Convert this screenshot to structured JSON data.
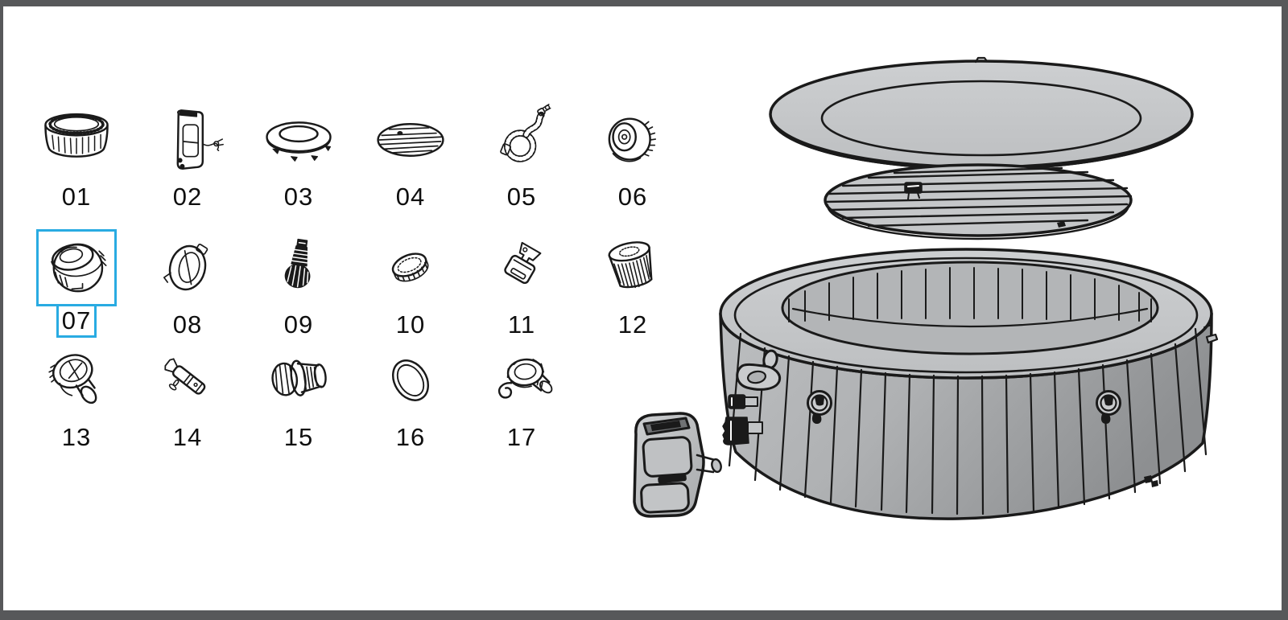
{
  "page": {
    "kind": "spa-parts-diagram",
    "background": "#FFFFFF",
    "frame_color": "#57585A"
  },
  "highlight": {
    "part_number": "07",
    "color": "#29ABE2"
  },
  "colors": {
    "line": "#1A1A1A",
    "fill_light": "#C9CBCD",
    "fill_mid": "#AFB1B3",
    "fill_dark": "#8D8F91"
  },
  "parts": {
    "items": [
      {
        "number": "01",
        "icon": "liner-ring-icon",
        "highlighted": false
      },
      {
        "number": "02",
        "icon": "pump-unit-icon",
        "highlighted": false
      },
      {
        "number": "03",
        "icon": "inflatable-lid-ring-icon",
        "highlighted": false
      },
      {
        "number": "04",
        "icon": "inflatable-bladder-icon",
        "highlighted": false
      },
      {
        "number": "05",
        "icon": "coiled-hose-icon",
        "highlighted": false
      },
      {
        "number": "06",
        "icon": "round-cap-icon",
        "highlighted": false
      },
      {
        "number": "07",
        "icon": "filter-housing-cap-icon",
        "highlighted": true
      },
      {
        "number": "08",
        "icon": "clip-latch-icon",
        "highlighted": false
      },
      {
        "number": "09",
        "icon": "threaded-valve-icon",
        "highlighted": false
      },
      {
        "number": "10",
        "icon": "small-cap-icon",
        "highlighted": false
      },
      {
        "number": "11",
        "icon": "buckle-clip-icon",
        "highlighted": false
      },
      {
        "number": "12",
        "icon": "filter-cartridge-icon",
        "highlighted": false
      },
      {
        "number": "13",
        "icon": "elbow-strainer-icon",
        "highlighted": false
      },
      {
        "number": "14",
        "icon": "wrench-tool-icon",
        "highlighted": false
      },
      {
        "number": "15",
        "icon": "threaded-coupler-icon",
        "highlighted": false
      },
      {
        "number": "16",
        "icon": "o-ring-icon",
        "highlighted": false
      },
      {
        "number": "17",
        "icon": "drain-valve-icon",
        "highlighted": false
      }
    ]
  },
  "illustration": {
    "name": "spa-exploded-view",
    "components": [
      "spa-cover-lid",
      "inflatable-bladder-mat",
      "spa-tub-body",
      "pump-unit"
    ]
  }
}
